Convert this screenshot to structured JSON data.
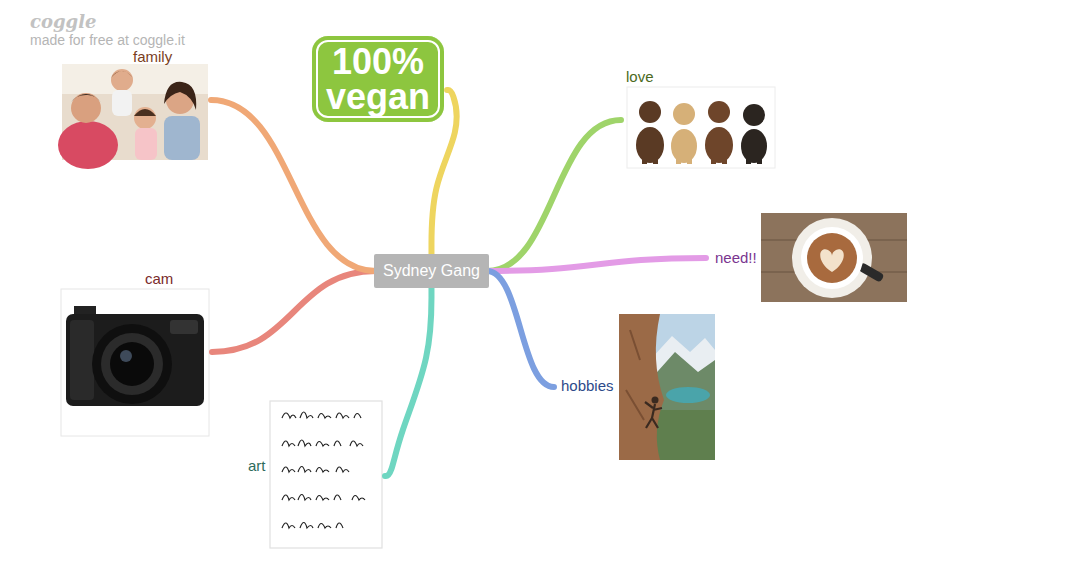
{
  "diagram": {
    "nodes": [
      {
        "text": [
          "Sydney Gang"
        ]
      },
      {
        "text": [
          "100% vegan"
        ]
      },
      {
        "text": [
          "love"
        ]
      },
      {
        "text": [
          "need!!"
        ]
      },
      {
        "text": [
          "hobbies"
        ]
      },
      {
        "text": [
          "art"
        ]
      },
      {
        "text": [
          "cam"
        ]
      },
      {
        "text": [
          "family"
        ]
      }
    ],
    "edges": [
      {
        "from": 0,
        "to": 1,
        "arrow": "none"
      },
      {
        "from": 0,
        "to": 2,
        "arrow": "none"
      },
      {
        "from": 0,
        "to": 3,
        "arrow": "none"
      },
      {
        "from": 0,
        "to": 4,
        "arrow": "none"
      },
      {
        "from": 0,
        "to": 5,
        "arrow": "none"
      },
      {
        "from": 0,
        "to": 6,
        "arrow": "none"
      },
      {
        "from": 0,
        "to": 7,
        "arrow": "none"
      }
    ],
    "labels": [
      "coggle",
      "made for free at coggle.it"
    ]
  }
}
